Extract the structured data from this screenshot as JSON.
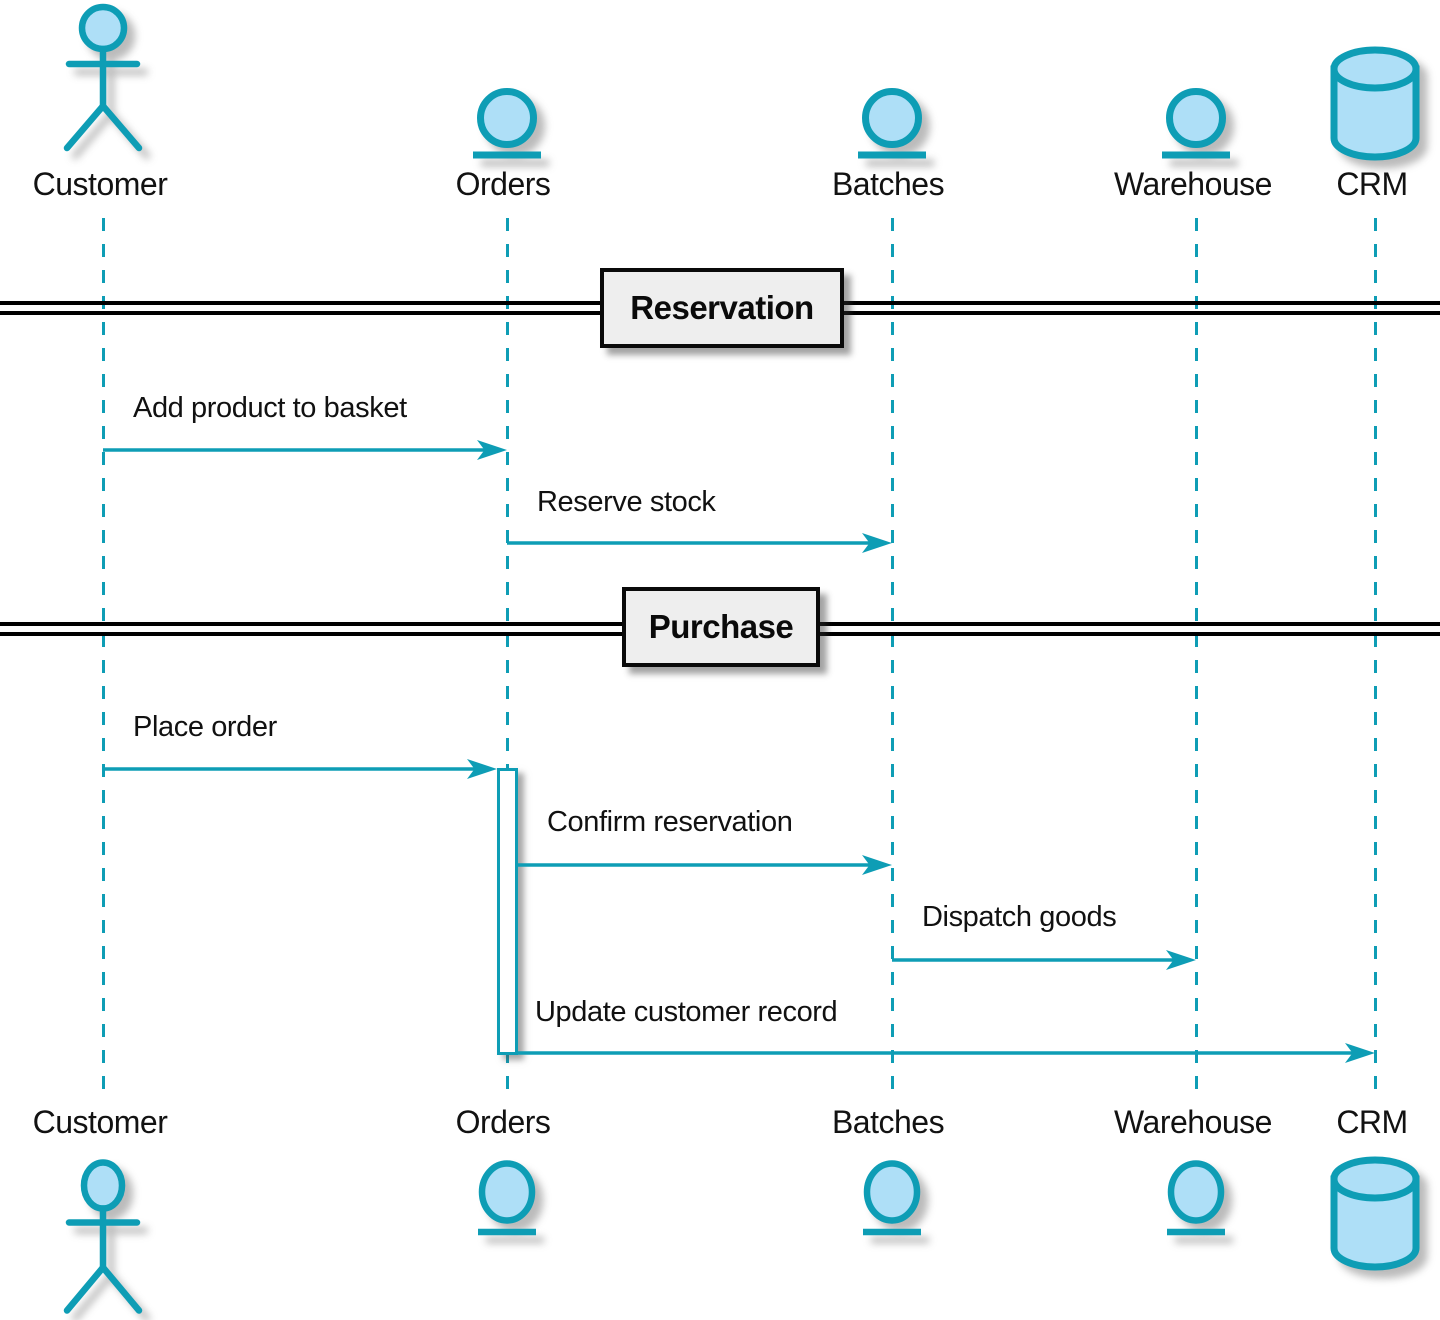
{
  "diagram": {
    "kind": "uml-sequence-diagram",
    "colors": {
      "line_teal": "#0E9DB5",
      "icon_fill": "#AEDFF7",
      "divider_fill": "#EEEEEE",
      "divider_border": "#0A0A0A",
      "text": "#111111"
    }
  },
  "participants": [
    {
      "id": "customer",
      "name": "Customer",
      "icon": "actor-icon"
    },
    {
      "id": "orders",
      "name": "Orders",
      "icon": "entity-icon"
    },
    {
      "id": "batches",
      "name": "Batches",
      "icon": "entity-icon"
    },
    {
      "id": "warehouse",
      "name": "Warehouse",
      "icon": "entity-icon"
    },
    {
      "id": "crm",
      "name": "CRM",
      "icon": "database-icon"
    }
  ],
  "dividers": [
    {
      "label": "Reservation"
    },
    {
      "label": "Purchase"
    }
  ],
  "messages": [
    {
      "from": "Customer",
      "to": "Orders",
      "text": "Add product to basket"
    },
    {
      "from": "Orders",
      "to": "Batches",
      "text": "Reserve stock"
    },
    {
      "from": "Customer",
      "to": "Orders",
      "text": "Place order"
    },
    {
      "from": "Orders",
      "to": "Batches",
      "text": "Confirm reservation"
    },
    {
      "from": "Batches",
      "to": "Warehouse",
      "text": "Dispatch goods"
    },
    {
      "from": "Orders",
      "to": "CRM",
      "text": "Update customer record"
    }
  ]
}
